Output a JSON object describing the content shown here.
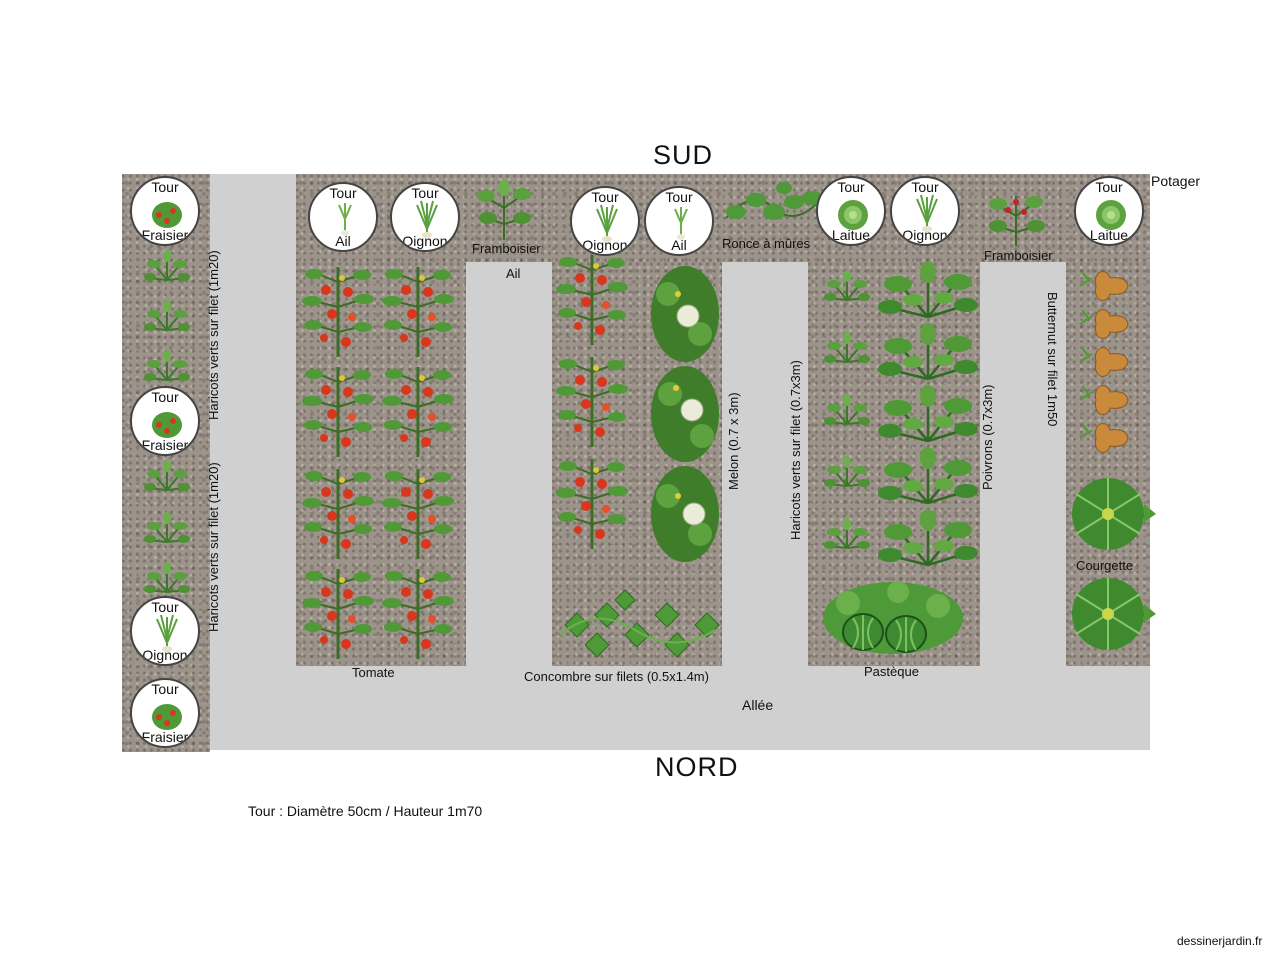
{
  "orientation": {
    "south": "SUD",
    "north": "NORD"
  },
  "garden_name": "Potager",
  "aisle_label": "Allée",
  "footnote": "Tour : Diamètre 50cm / Hauteur 1m70",
  "credit": "dessinerjardin.fr",
  "tower_word": "Tour",
  "towers": [
    {
      "plant": "Fraisier",
      "icon": "strawberry-icon"
    },
    {
      "plant": "Fraisier",
      "icon": "strawberry-icon"
    },
    {
      "plant": "Oignon",
      "icon": "onion-icon"
    },
    {
      "plant": "Fraisier",
      "icon": "strawberry-icon"
    },
    {
      "plant": "Ail",
      "icon": "garlic-icon"
    },
    {
      "plant": "Oignon",
      "icon": "onion-icon"
    },
    {
      "plant": "Oignon",
      "icon": "onion-icon"
    },
    {
      "plant": "Ail",
      "icon": "garlic-icon"
    },
    {
      "plant": "Laitue",
      "icon": "lettuce-icon"
    },
    {
      "plant": "Oignon",
      "icon": "onion-icon"
    },
    {
      "plant": "Laitue",
      "icon": "lettuce-icon"
    }
  ],
  "bed_labels": {
    "haricots_left_top": "Haricots verts sur filet (1m20)",
    "haricots_left_bottom": "Haricots verts sur filet (1m20)",
    "tomate": "Tomate",
    "framboisier_1": "Framboisier",
    "ail": "Ail",
    "concombre": "Concombre sur filets (0.5x1.4m)",
    "melon": "Melon (0.7 x 3m)",
    "ronce": "Ronce à mûres",
    "haricots_center": "Haricots verts sur filet (0.7x3m)",
    "poivrons": "Poivrons (0.7x3m)",
    "pasteque": "Pastèque",
    "framboisier_2": "Framboisier",
    "butternut": "Butternut sur filet 1m50",
    "courgette": "Courgette"
  },
  "colors": {
    "soil": "#9c938a",
    "aisle": "#d0d0d0",
    "foliage": "#3f8a2e",
    "tomato": "#d9361e"
  }
}
